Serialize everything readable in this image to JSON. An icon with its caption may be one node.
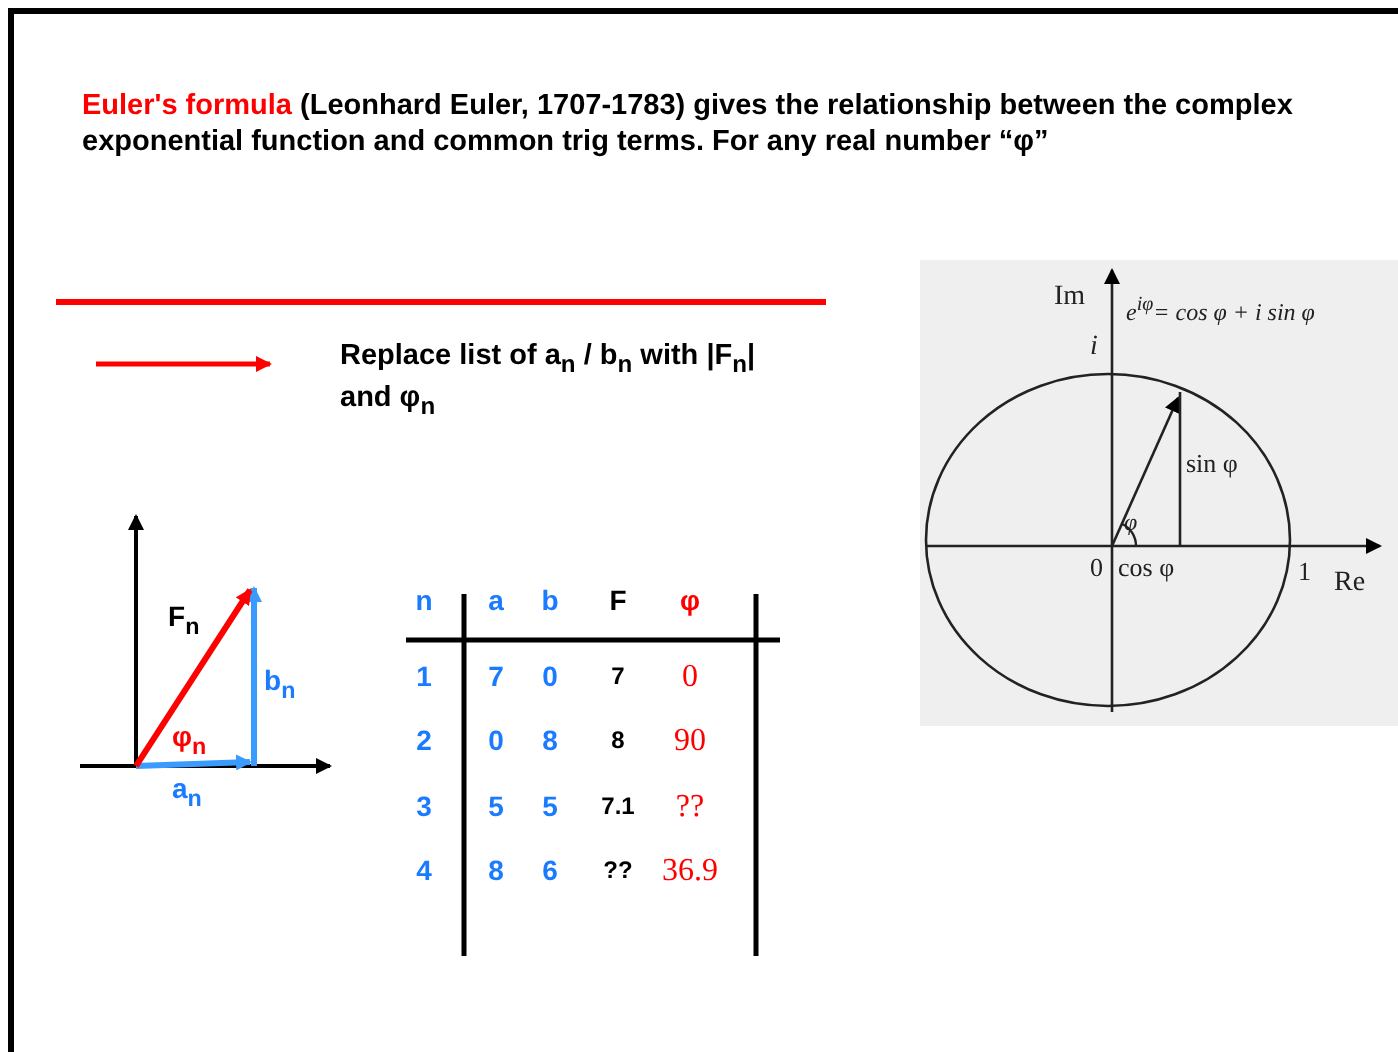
{
  "diagram": {
    "labels": [
      "Euler's formula",
      "(Leonhard Euler, 1707-1783) gives the relationship between the complex exponential function and common trig terms.  For any real number “φ”",
      "Replace list of a$_{n}$ / b$_{n}$ with |F$_{n}$| and φ$_{n}$",
      "F$_{n}$",
      "b$_{n}$",
      "φ$_{n}$",
      "a$_{n}$",
      "n",
      "a",
      "b",
      "F",
      "φ",
      "1",
      "7",
      "0",
      "7",
      "0",
      "2",
      "0",
      "8",
      "8",
      "90",
      "3",
      "5",
      "5",
      "7.1",
      "??",
      "4",
      "8",
      "6",
      "??",
      "36.9",
      "Im",
      "e$^{iφ}$= cos φ + i sin φ",
      "i",
      "sin φ",
      "φ",
      "0",
      "cos φ",
      "1",
      "Re"
    ]
  }
}
